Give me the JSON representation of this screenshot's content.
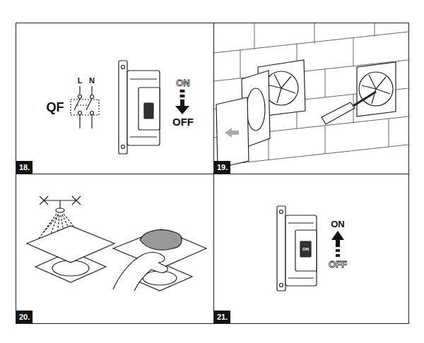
{
  "diagram": {
    "nodes": [
      {
        "text": [
          "18."
        ]
      },
      {
        "text": [
          "19."
        ]
      },
      {
        "text": [
          "20."
        ]
      },
      {
        "text": [
          "21."
        ]
      }
    ],
    "labels": [
      "QF",
      "L",
      "N",
      "ON",
      "OFF",
      "ON",
      "OFF",
      "ON"
    ]
  }
}
